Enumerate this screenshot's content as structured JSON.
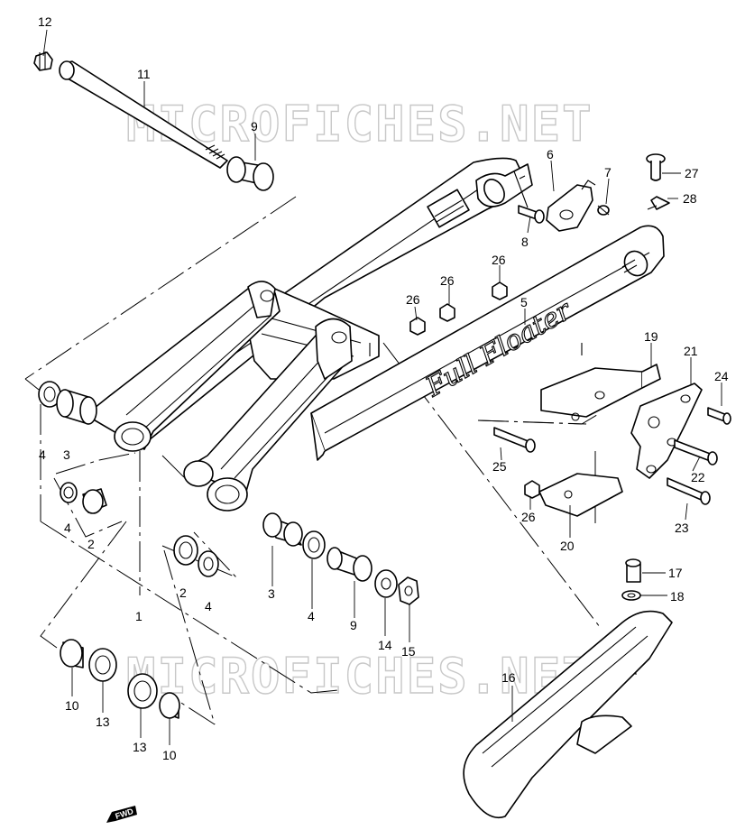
{
  "watermark": "MICROFICHES.NET",
  "swingarm_decal": "Full Floater",
  "fwd_label": "FWD",
  "callouts": {
    "c1": "1",
    "c2a": "2",
    "c2b": "2",
    "c3a": "3",
    "c3b": "3",
    "c4a": "4",
    "c4b": "4",
    "c4c": "4",
    "c4d": "4",
    "c5": "5",
    "c6": "6",
    "c7": "7",
    "c8": "8",
    "c9a": "9",
    "c9b": "9",
    "c10a": "10",
    "c10b": "10",
    "c11": "11",
    "c12": "12",
    "c13a": "13",
    "c13b": "13",
    "c14": "14",
    "c15": "15",
    "c16": "16",
    "c17": "17",
    "c18": "18",
    "c19": "19",
    "c20": "20",
    "c21": "21",
    "c22": "22",
    "c23": "23",
    "c24": "24",
    "c25": "25",
    "c26a": "26",
    "c26b": "26",
    "c26c": "26",
    "c26d": "26",
    "c27": "27",
    "c28": "28"
  }
}
